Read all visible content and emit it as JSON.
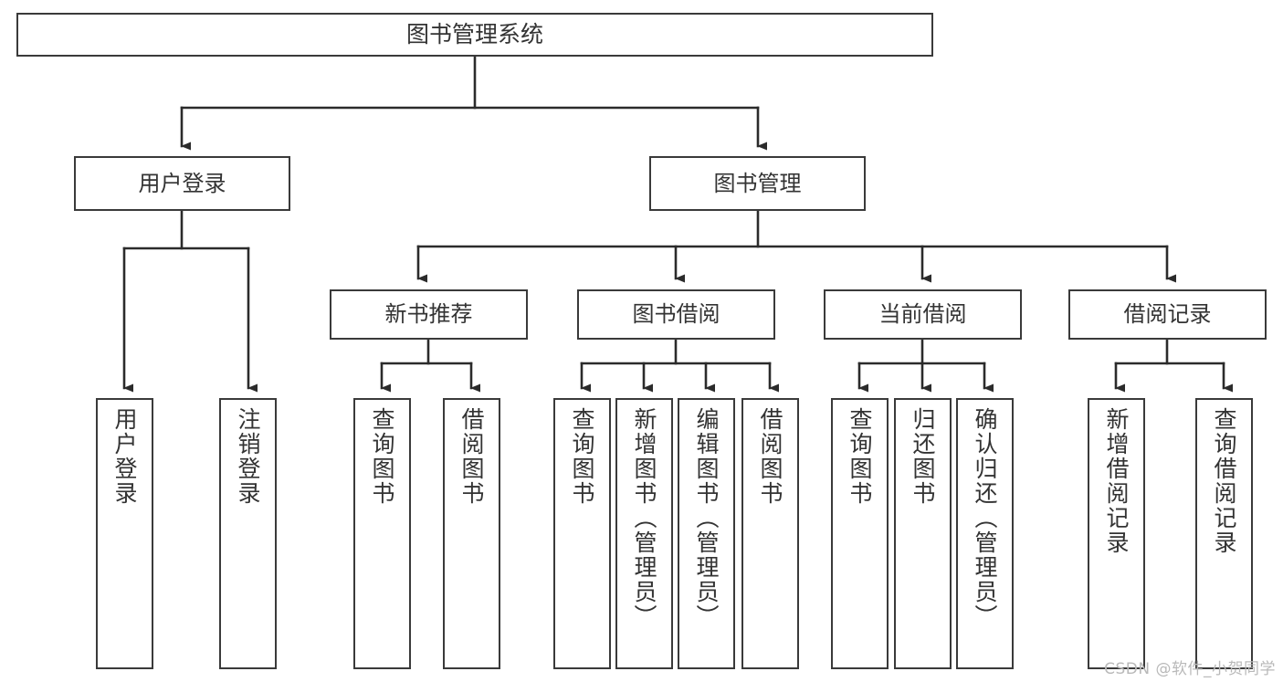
{
  "diagram": {
    "title": "图书管理系统",
    "type": "功能结构图",
    "watermark": "CSDN @软件_小贺同学",
    "colors": {
      "box_border": "#3a3a3a",
      "box_fill": "#ffffff",
      "connector": "#2b2b2b",
      "text": "#333333",
      "watermark": "#b9b9b9"
    },
    "nodes": {
      "root": {
        "label": "图书管理系统"
      },
      "level2": [
        {
          "id": "user-login",
          "label": "用户登录"
        },
        {
          "id": "book-management",
          "label": "图书管理"
        }
      ],
      "level3": [
        {
          "id": "new-book-recommend",
          "label": "新书推荐"
        },
        {
          "id": "book-borrow",
          "label": "图书借阅"
        },
        {
          "id": "current-borrow",
          "label": "当前借阅"
        },
        {
          "id": "borrow-record",
          "label": "借阅记录"
        }
      ],
      "leaves": {
        "user_login": [
          {
            "id": "leaf-user-login",
            "label": "用户登录"
          },
          {
            "id": "leaf-logout-login",
            "label": "注销登录"
          }
        ],
        "new_book_recommend": [
          {
            "id": "leaf-query-book-1",
            "label": "查询图书"
          },
          {
            "id": "leaf-borrow-book-1",
            "label": "借阅图书"
          }
        ],
        "book_borrow": [
          {
            "id": "leaf-query-book-2",
            "label": "查询图书"
          },
          {
            "id": "leaf-add-book",
            "label": "新增图书（管理员）"
          },
          {
            "id": "leaf-edit-book",
            "label": "编辑图书（管理员）"
          },
          {
            "id": "leaf-borrow-book-2",
            "label": "借阅图书"
          }
        ],
        "current_borrow": [
          {
            "id": "leaf-query-book-3",
            "label": "查询图书"
          },
          {
            "id": "leaf-return-book",
            "label": "归还图书"
          },
          {
            "id": "leaf-confirm-return",
            "label": "确认归还（管理员）"
          }
        ],
        "borrow_record": [
          {
            "id": "leaf-add-record",
            "label": "新增借阅记录"
          },
          {
            "id": "leaf-query-record",
            "label": "查询借阅记录"
          }
        ]
      }
    }
  }
}
